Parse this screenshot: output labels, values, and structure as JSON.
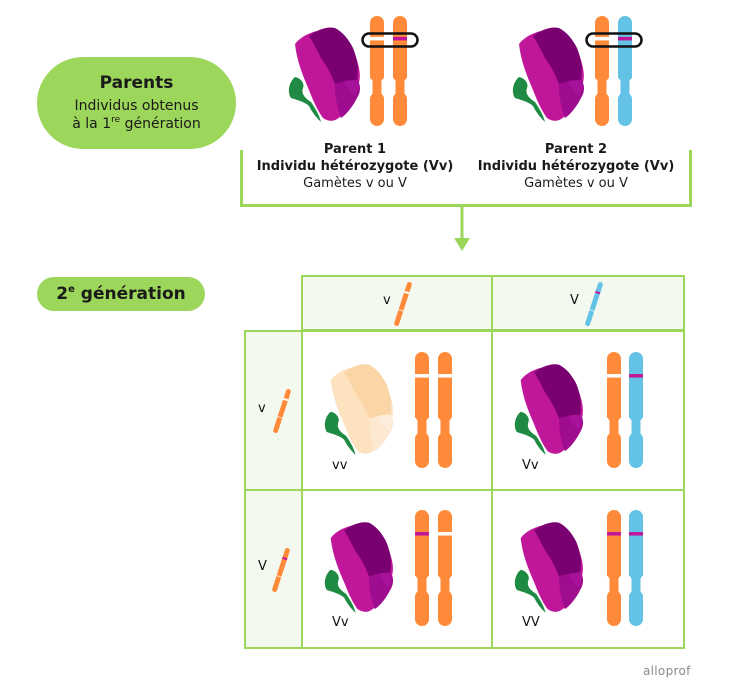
{
  "parents_box": {
    "title": "Parents",
    "subtitle_line1": "Individus obtenus",
    "subtitle_line2_pre": "à la 1",
    "subtitle_line2_sup": "re",
    "subtitle_line2_post": " génération"
  },
  "parent1": {
    "title": "Parent 1",
    "type": "Individu hétérozygote (Vv)",
    "gametes": "Gamètes v ou V",
    "flower_color": "purple",
    "chromosomes": [
      {
        "color": "#ff8a3a",
        "band": "white"
      },
      {
        "color": "#ff8a3a",
        "band": "#c0169a"
      }
    ]
  },
  "parent2": {
    "title": "Parent 2",
    "type": "Individu hétérozygote (Vv)",
    "gametes": "Gamètes v ou V",
    "flower_color": "purple",
    "chromosomes": [
      {
        "color": "#ff8a3a",
        "band": "white"
      },
      {
        "color": "#64c2e6",
        "band": "#c0169a"
      }
    ]
  },
  "generation_box": {
    "title_pre": "2",
    "title_sup": "e",
    "title_post": " génération"
  },
  "punnett": {
    "col_headers": [
      {
        "allele": "v",
        "chromosome_color": "#ff8a3a",
        "band": "white"
      },
      {
        "allele": "V",
        "chromosome_color": "#64c2e6",
        "band": "#c0169a"
      }
    ],
    "row_headers": [
      {
        "allele": "v",
        "chromosome_color": "#ff8a3a",
        "band": "white"
      },
      {
        "allele": "V",
        "chromosome_color": "#ff8a3a",
        "band": "#c0169a"
      }
    ],
    "cells": [
      [
        {
          "genotype": "vv",
          "flower": "white",
          "chromosomes": [
            {
              "color": "#ff8a3a",
              "band": "white"
            },
            {
              "color": "#ff8a3a",
              "band": "white"
            }
          ]
        },
        {
          "genotype": "Vv",
          "flower": "purple",
          "chromosomes": [
            {
              "color": "#ff8a3a",
              "band": "white"
            },
            {
              "color": "#64c2e6",
              "band": "#c0169a"
            }
          ]
        }
      ],
      [
        {
          "genotype": "Vv",
          "flower": "purple",
          "chromosomes": [
            {
              "color": "#ff8a3a",
              "band": "#c0169a"
            },
            {
              "color": "#ff8a3a",
              "band": "white"
            }
          ]
        },
        {
          "genotype": "VV",
          "flower": "purple",
          "chromosomes": [
            {
              "color": "#ff8a3a",
              "band": "#c0169a"
            },
            {
              "color": "#64c2e6",
              "band": "#c0169a"
            }
          ]
        }
      ]
    ]
  },
  "colors": {
    "accent_green": "#9cd65a",
    "header_fill": "#f4f9f0",
    "orange": "#ff8a3a",
    "blue": "#64c2e6",
    "magenta_band": "#c0169a"
  },
  "credit": "alloprof"
}
